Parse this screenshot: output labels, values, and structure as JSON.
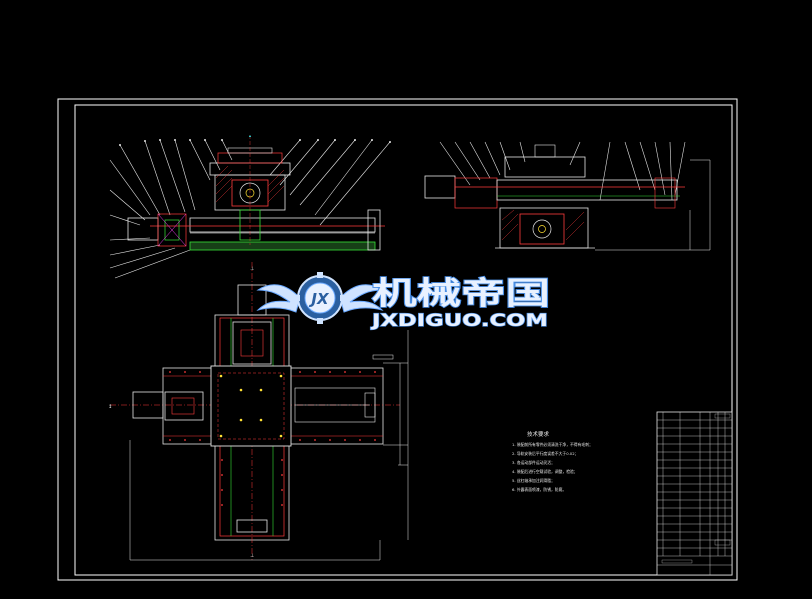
{
  "watermark": {
    "brand_cn": "机械帝国",
    "brand_en": "JXDIGUO.COM",
    "logo_letters": "JX",
    "colors": {
      "fill": "#e8f1ff",
      "stroke": "#6aa9ff",
      "glow": "#2f7bd8"
    }
  },
  "notes": {
    "title": "技术要求",
    "items": [
      "1. 装配前所有零件必须清洗干净，不得有毛刺；",
      "2. 导轨安装后平行度误差不大于0.02；",
      "3. 各运动部件运动灵活；",
      "4. 装配后进行空载试验，调整，检验；",
      "5. 丝杠轴承加注润滑脂；",
      "6. 外露表面喷漆，防锈，防腐。"
    ]
  },
  "colors": {
    "background": "#000000",
    "frame": "#ffffff",
    "line": "#e6e6e6",
    "red": "#ff3b3b",
    "green": "#37e337",
    "yellow": "#ffe033",
    "magenta": "#ff40ff",
    "cyan": "#33ffff"
  }
}
